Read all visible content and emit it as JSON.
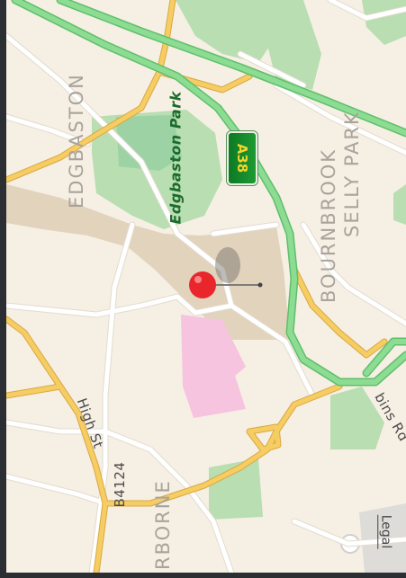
{
  "map": {
    "areas": {
      "edgbaston": "EDGBASTON",
      "bournbrook": "BOURNBROOK",
      "selly_park": "SELLY PARK",
      "harborne_partial": "RBORNE"
    },
    "parks": {
      "edgbaston_park": "Edgbaston Park"
    },
    "roads": {
      "high_st": "High St",
      "b4124": "B4124",
      "bristol_rd_partial": "bins Rd"
    },
    "shield": {
      "a38": "A38"
    },
    "legal_link": "Legal",
    "pin": {
      "icon": "location-pin-icon",
      "color": "#e8262b"
    },
    "colors": {
      "land": "#f6efe4",
      "park": "#b7ddb0",
      "campus": "#e2d3bd",
      "hospital": "#f5c4de",
      "motorway": "#86d68d",
      "a_road": "#f3c45a",
      "minor_road": "#ffffff"
    }
  }
}
